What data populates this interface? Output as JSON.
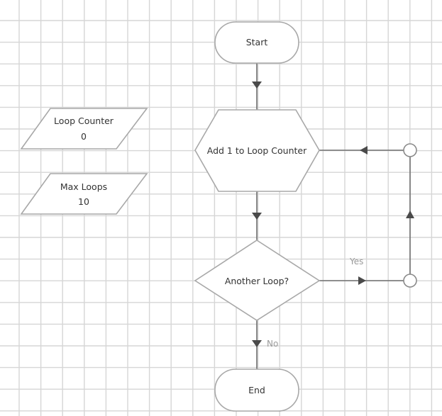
{
  "diagram": {
    "type": "flowchart",
    "background": "grid",
    "nodes": {
      "start": {
        "shape": "terminator",
        "text": "Start"
      },
      "loop_counter": {
        "shape": "data",
        "line1": "Loop Counter",
        "line2": "0"
      },
      "max_loops": {
        "shape": "data",
        "line1": "Max Loops",
        "line2": "10"
      },
      "add_one": {
        "shape": "preparation",
        "text": "Add 1 to Loop Counter"
      },
      "decision": {
        "shape": "decision",
        "text": "Another Loop?"
      },
      "end": {
        "shape": "terminator",
        "text": "End"
      }
    },
    "edges": [
      {
        "from": "start",
        "to": "add_one",
        "label": ""
      },
      {
        "from": "add_one",
        "to": "decision",
        "label": ""
      },
      {
        "from": "decision",
        "to": "add_one",
        "label": "Yes",
        "via": "loop-back"
      },
      {
        "from": "decision",
        "to": "end",
        "label": "No"
      }
    ],
    "edge_labels": {
      "yes": "Yes",
      "no": "No"
    },
    "colors": {
      "grid": "#d6d6d6",
      "shape_stroke": "#a8a8a8",
      "connector": "#6e6e6e",
      "text": "#333333",
      "edge_label": "#9a9a9a"
    }
  }
}
